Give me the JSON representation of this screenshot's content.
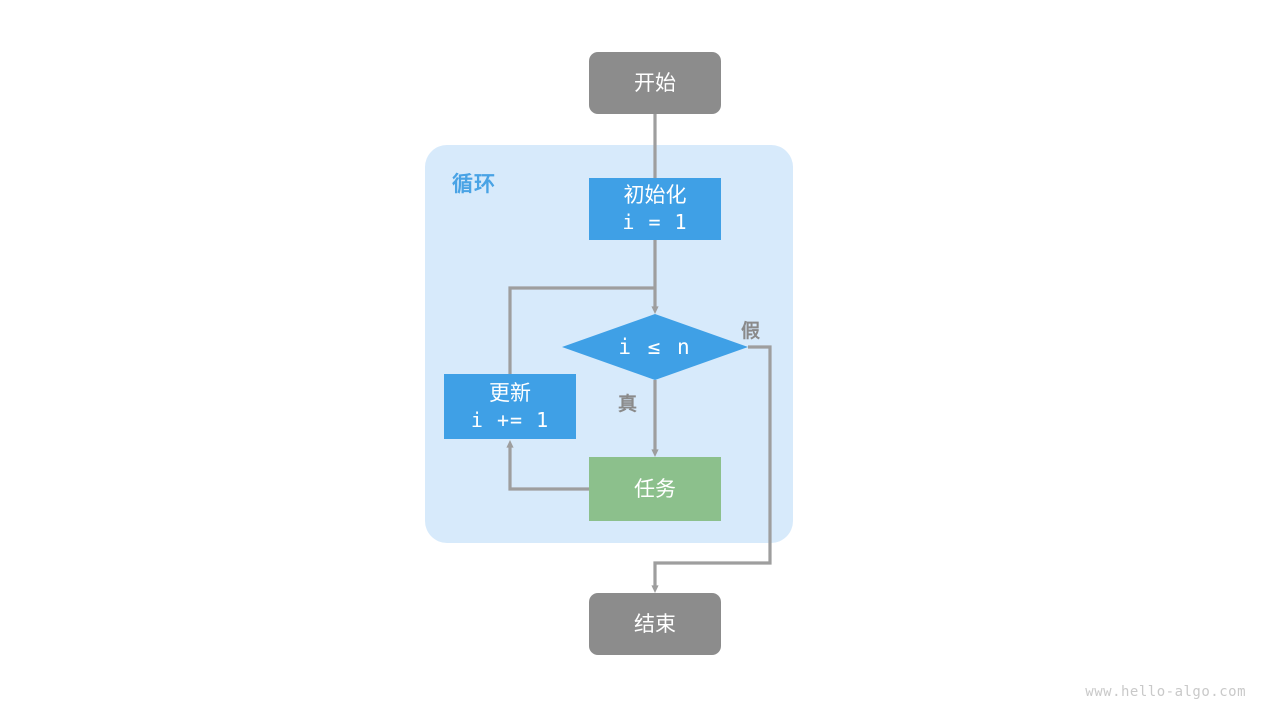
{
  "diagram": {
    "title": "for-loop-flowchart",
    "colors": {
      "terminal": "#8c8c8c",
      "process": "#3fa0e6",
      "task": "#8cc08c",
      "loop_background": "#d7eafb",
      "loop_label": "#49a3e5",
      "wire": "#9e9e9e",
      "branch_label": "#8a8a8a",
      "watermark": "#c9c9c9",
      "node_text": "#ffffff",
      "page_background": "#ffffff"
    },
    "loop": {
      "label": "循环"
    },
    "nodes": {
      "start": {
        "label": "开始",
        "shape": "rounded-rect",
        "color": "#8c8c8c"
      },
      "init": {
        "label": "初始化",
        "code": "i = 1",
        "shape": "rect",
        "color": "#3fa0e6"
      },
      "decision": {
        "label": "i ≤ n",
        "shape": "diamond",
        "color": "#3fa0e6"
      },
      "update": {
        "label": "更新",
        "code": "i += 1",
        "shape": "rect",
        "color": "#3fa0e6"
      },
      "task": {
        "label": "任务",
        "shape": "rect",
        "color": "#8cc08c"
      },
      "end": {
        "label": "结束",
        "shape": "rounded-rect",
        "color": "#8c8c8c"
      }
    },
    "branches": {
      "true_label": "真",
      "false_label": "假"
    },
    "watermark": "www.hello-algo.com"
  }
}
